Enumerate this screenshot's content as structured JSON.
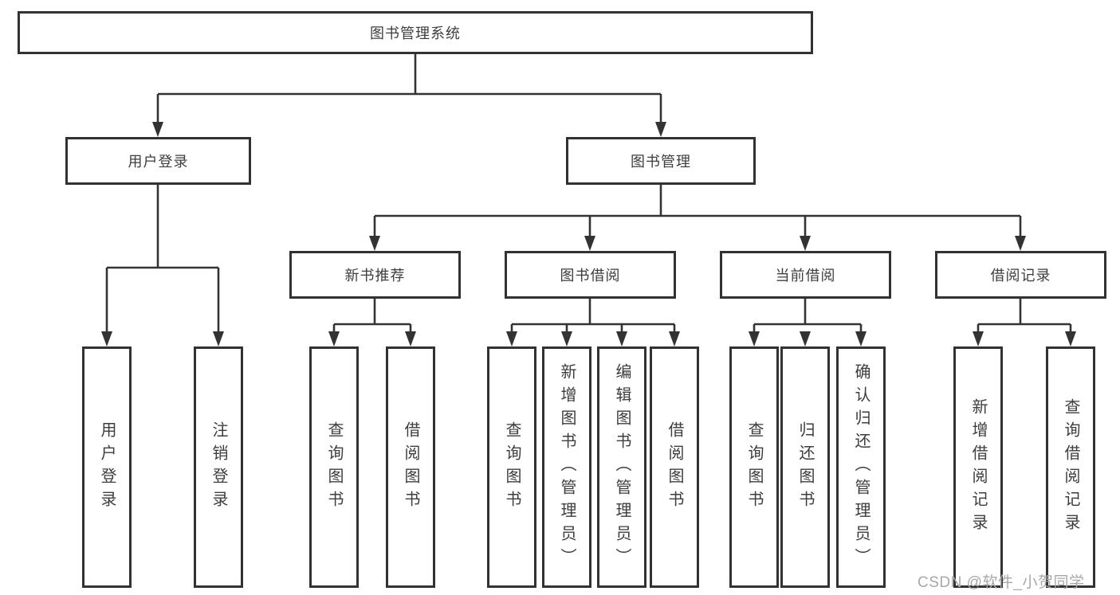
{
  "tree": {
    "root": {
      "label": "图书管理系统"
    },
    "branches": [
      {
        "label": "用户登录",
        "children": [
          {
            "label": "用户登录"
          },
          {
            "label": "注销登录"
          }
        ]
      },
      {
        "label": "图书管理",
        "children": [
          {
            "label": "新书推荐",
            "children": [
              {
                "label": "查询图书"
              },
              {
                "label": "借阅图书"
              }
            ]
          },
          {
            "label": "图书借阅",
            "children": [
              {
                "label": "查询图书"
              },
              {
                "label": "新增图书（管理员）"
              },
              {
                "label": "编辑图书（管理员）"
              },
              {
                "label": "借阅图书"
              }
            ]
          },
          {
            "label": "当前借阅",
            "children": [
              {
                "label": "查询图书"
              },
              {
                "label": "归还图书"
              },
              {
                "label": "确认归还（管理员）"
              }
            ]
          },
          {
            "label": "借阅记录",
            "children": [
              {
                "label": "新增借阅记录"
              },
              {
                "label": "查询借阅记录"
              }
            ]
          }
        ]
      }
    ]
  },
  "watermark": {
    "text": "CSDN @软件_小贺同学"
  },
  "colors": {
    "line": "#333333",
    "border": "#323232",
    "text": "#3d3d3d",
    "watermark": "#a8a8a8"
  }
}
